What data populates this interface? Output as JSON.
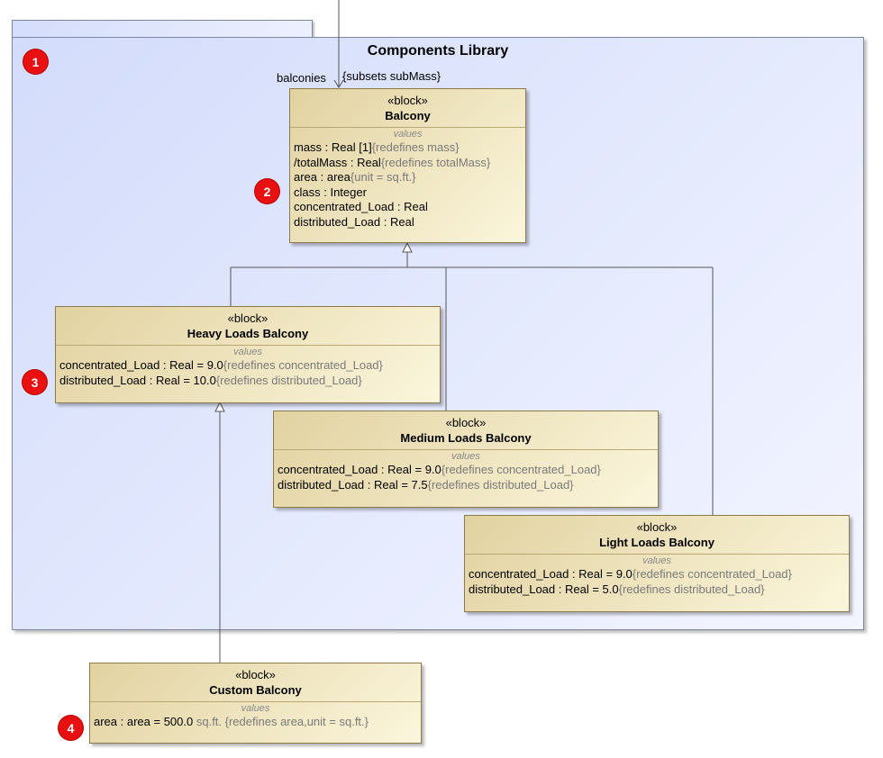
{
  "package": {
    "title": "Components Library"
  },
  "association": {
    "end_name": "balconies",
    "constraint": "{subsets subMass}"
  },
  "badges": [
    "1",
    "2",
    "3",
    "4"
  ],
  "blocks": {
    "balcony": {
      "stereotype": "«block»",
      "name": "Balcony",
      "compartment": "values",
      "attrs": [
        {
          "name": "mass",
          "type": " : Real [1]",
          "note": "{redefines mass}"
        },
        {
          "name": "/totalMass",
          "type": " : Real",
          "note": "{redefines totalMass}"
        },
        {
          "name": "area",
          "type": " : area",
          "note": "{unit = sq.ft.}"
        },
        {
          "name": "class",
          "type": " : Integer",
          "note": ""
        },
        {
          "name": "concentrated_Load",
          "type": " : Real",
          "note": ""
        },
        {
          "name": "distributed_Load",
          "type": " : Real",
          "note": ""
        }
      ]
    },
    "heavy": {
      "stereotype": "«block»",
      "name": "Heavy Loads Balcony",
      "compartment": "values",
      "attrs": [
        {
          "name": "concentrated_Load",
          "type": " : Real = 9.0",
          "note": "{redefines concentrated_Load}"
        },
        {
          "name": "distributed_Load",
          "type": " : Real = 10.0",
          "note": "{redefines distributed_Load}"
        }
      ]
    },
    "medium": {
      "stereotype": "«block»",
      "name": "Medium Loads Balcony",
      "compartment": "values",
      "attrs": [
        {
          "name": "concentrated_Load",
          "type": " : Real = 9.0",
          "note": "{redefines concentrated_Load}"
        },
        {
          "name": "distributed_Load",
          "type": " : Real = 7.5",
          "note": "{redefines distributed_Load}"
        }
      ]
    },
    "light": {
      "stereotype": "«block»",
      "name": "Light Loads Balcony",
      "compartment": "values",
      "attrs": [
        {
          "name": "concentrated_Load",
          "type": " : Real = 9.0",
          "note": "{redefines concentrated_Load}"
        },
        {
          "name": "distributed_Load",
          "type": " : Real = 5.0",
          "note": "{redefines distributed_Load}"
        }
      ]
    },
    "custom": {
      "stereotype": "«block»",
      "name": "Custom Balcony",
      "compartment": "values",
      "attrs": [
        {
          "name": "area",
          "type": " : area = 500.0",
          "note": " sq.ft. {redefines area,unit = sq.ft.}"
        }
      ]
    }
  },
  "colors": {
    "package_fill": "#d3dcfb",
    "block_fill": "#e2d2a1",
    "badge": "#e81010",
    "note_text": "#7a7a7a"
  }
}
